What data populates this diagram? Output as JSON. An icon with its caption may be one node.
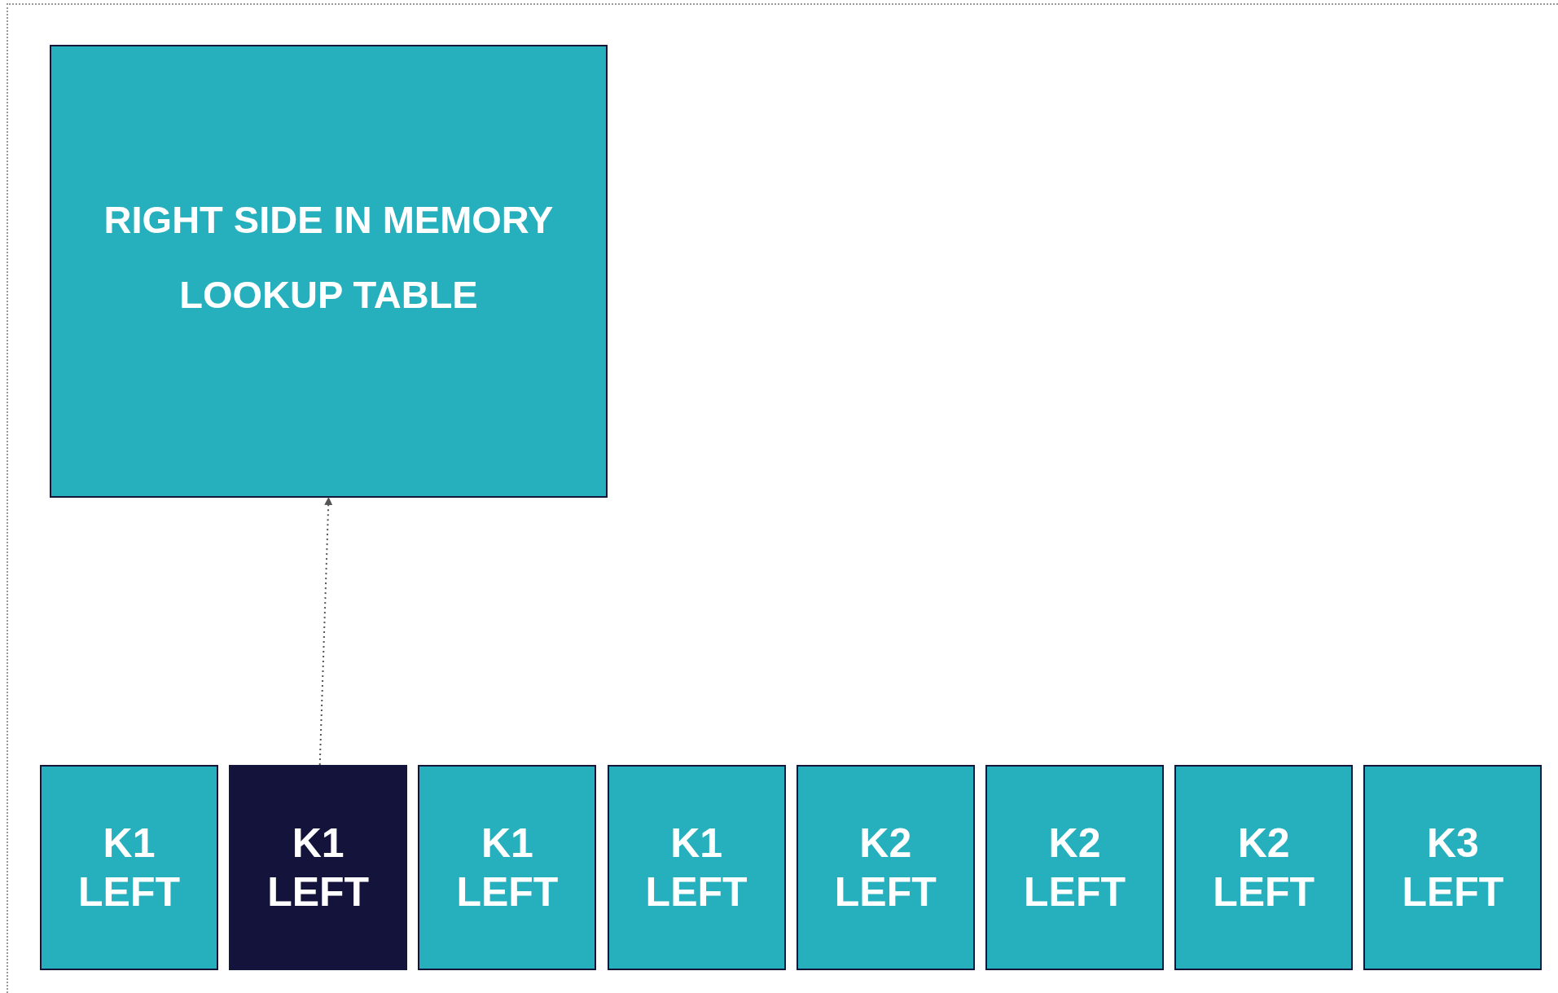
{
  "diagram": {
    "nodes": [
      {
        "text": [
          "RIGHT SIDE IN MEMORY LOOKUP TABLE"
        ]
      },
      {
        "text": [
          "K1 LEFT"
        ]
      },
      {
        "text": [
          "K1 LEFT"
        ]
      },
      {
        "text": [
          "K1 LEFT"
        ]
      },
      {
        "text": [
          "K1 LEFT"
        ]
      },
      {
        "text": [
          "K2 LEFT"
        ]
      },
      {
        "text": [
          "K2 LEFT"
        ]
      },
      {
        "text": [
          "K2 LEFT"
        ]
      },
      {
        "text": [
          "K3 LEFT"
        ]
      }
    ],
    "edges": [
      {
        "from": 2,
        "to": 0,
        "arrow": "to",
        "style": "dashed"
      }
    ]
  }
}
